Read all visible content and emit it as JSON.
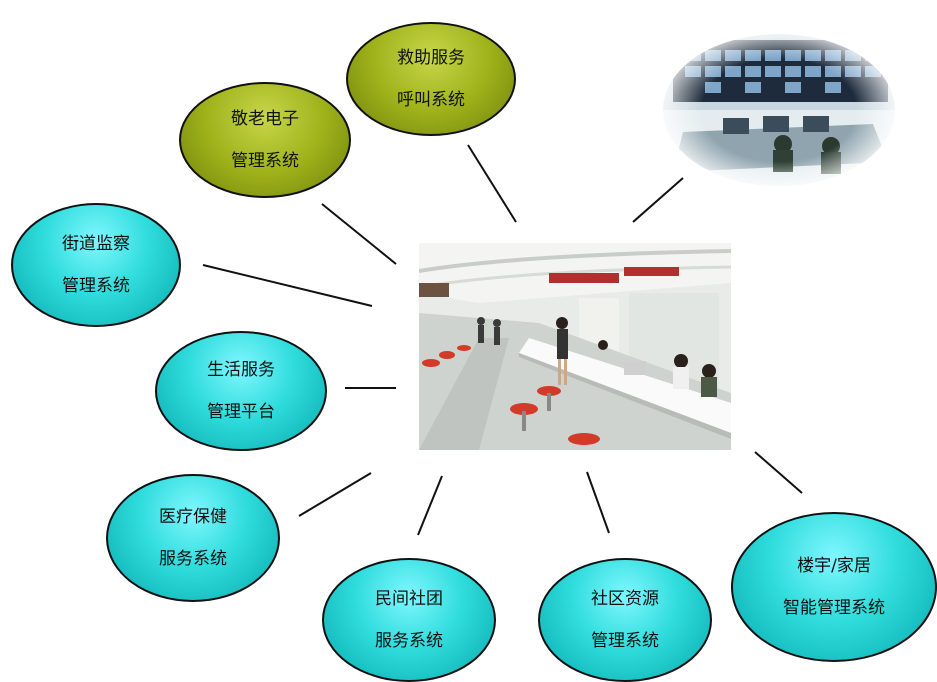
{
  "center_photo": {
    "subject": "service-hall-photo"
  },
  "corner_photo": {
    "subject": "monitoring-center-photo"
  },
  "nodes": {
    "rescue": {
      "line1": "救助服务",
      "line2": "呼叫系统"
    },
    "elderly": {
      "line1": "敬老电子",
      "line2": "管理系统"
    },
    "street": {
      "line1": "街道监察",
      "line2": "管理系统"
    },
    "life": {
      "line1": "生活服务",
      "line2": "管理平台"
    },
    "medical": {
      "line1": "医疗保健",
      "line2": "服务系统"
    },
    "community": {
      "line1": "民间社团",
      "line2": "服务系统"
    },
    "resource": {
      "line1": "社区资源",
      "line2": "管理系统"
    },
    "smart": {
      "line1": "楼宇/家居",
      "line2": "智能管理系统"
    }
  },
  "colors": {
    "teal": "#22d3d6",
    "olive": "#9fb21a",
    "line": "#111111"
  }
}
